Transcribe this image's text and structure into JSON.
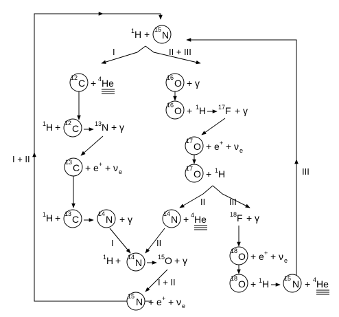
{
  "nodes": {
    "n15_top": {
      "sup": "15",
      "el": "N"
    },
    "c12": {
      "sup": "12",
      "el": "C"
    },
    "o16": {
      "sup": "16",
      "el": "O"
    },
    "c12_b": {
      "sup": "12",
      "el": "C"
    },
    "o16_b": {
      "sup": "16",
      "el": "O"
    },
    "c13": {
      "sup": "13",
      "el": "C"
    },
    "o17": {
      "sup": "17",
      "el": "O"
    },
    "o17_b": {
      "sup": "17",
      "el": "O"
    },
    "c13_b": {
      "sup": "13",
      "el": "C"
    },
    "n14": {
      "sup": "14",
      "el": "N"
    },
    "n14_r": {
      "sup": "14",
      "el": "N"
    },
    "n14_c": {
      "sup": "14",
      "el": "N"
    },
    "o18": {
      "sup": "18",
      "el": "O"
    },
    "o18_b": {
      "sup": "18",
      "el": "O"
    },
    "n15_r": {
      "sup": "15",
      "el": "N"
    },
    "n15_bot": {
      "sup": "15",
      "el": "N"
    }
  },
  "labels": {
    "proton_sup": "1",
    "proton_el": "H",
    "plus": "+",
    "gamma": "γ",
    "he4_sup": "4",
    "he4_el": "He",
    "n13_sup": "13",
    "n13_el": "N",
    "f17_sup": "17",
    "f17_el": "F",
    "f18_sup": "18",
    "f18_el": "F",
    "o15_sup": "15",
    "o15_el": "O",
    "positron": "e",
    "positron_sup": "+",
    "nu": "ν",
    "nu_sub": "e"
  },
  "branches": {
    "top_left": "I",
    "top_right": "II + III",
    "mid_right_left": "II",
    "mid_right_right": "III",
    "n14_in_left": "I",
    "n14_in_right": "II",
    "o15_decay": "I + II",
    "left_loop": "I + II",
    "right_loop": "III"
  }
}
